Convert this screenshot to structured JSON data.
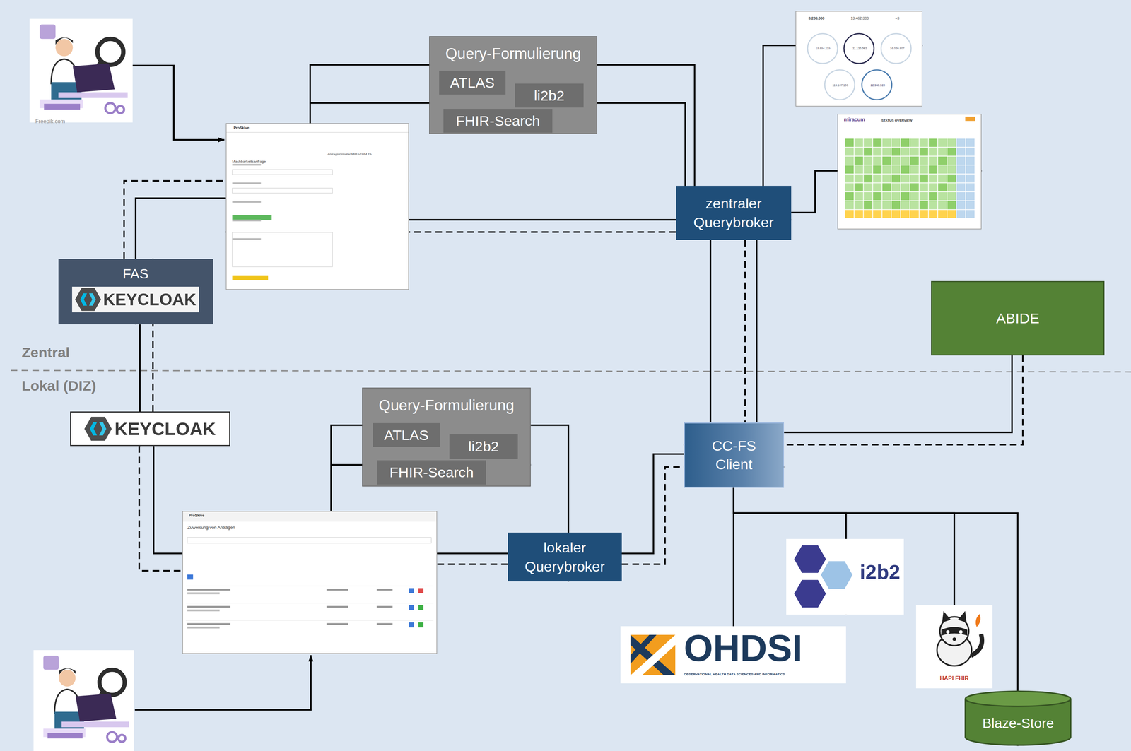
{
  "diagram": {
    "nodes": [
      {
        "text": [
          "Query-Formulierung"
        ]
      },
      {
        "text": [
          "ATLAS"
        ],
        "in": 0
      },
      {
        "text": [
          "li2b2"
        ],
        "in": 0
      },
      {
        "text": [
          "FHIR-Search"
        ],
        "in": 0
      },
      {
        "text": [
          "3.208.000",
          "13.462.300",
          "+3",
          "19.694.219",
          "11.120.082",
          "16.030.807",
          "119.107.106",
          "22.968.920"
        ]
      },
      {
        "text": [
          "ProSkive",
          "Antragsformular MIRACUM FA",
          "Machbarkeitsanfrage"
        ]
      },
      {
        "text": [
          "miracum",
          "STATUS OVERVIEW"
        ]
      },
      {
        "text": [
          "zentraler Querybroker"
        ]
      },
      {
        "text": [
          "FAS",
          "KEYCLOAK"
        ]
      },
      {
        "text": [
          "ABIDE"
        ]
      },
      {
        "text": [
          "Query-Formulierung"
        ]
      },
      {
        "text": [
          "ATLAS"
        ],
        "in": 10
      },
      {
        "text": [
          "li2b2"
        ],
        "in": 10
      },
      {
        "text": [
          "FHIR-Search"
        ],
        "in": 10
      },
      {
        "text": [
          "KEYCLOAK"
        ]
      },
      {
        "text": [
          "CC-FS Client"
        ]
      },
      {
        "text": [
          "ProSkive",
          "Zuweisung von Anträgen"
        ]
      },
      {
        "text": [
          "lokaler Querybroker"
        ]
      },
      {
        "text": [
          "i2b2"
        ]
      },
      {
        "text": [
          "OHDSI",
          "OBSERVATIONAL HEALTH DATA SCIENCES AND INFORMATICS"
        ]
      },
      {
        "text": [
          "HAPI FHIR"
        ]
      },
      {
        "text": [
          "Blaze-Store"
        ]
      }
    ],
    "edges": [
      {
        "from": 5,
        "to": 0,
        "arrow": "to"
      },
      {
        "from": 0,
        "to": 7,
        "arrow": "to"
      },
      {
        "from": 5,
        "to": 7,
        "arrow": "to"
      },
      {
        "from": 7,
        "to": 5,
        "arrow": "to"
      },
      {
        "from": 7,
        "to": 4,
        "arrow": "to"
      },
      {
        "from": 7,
        "to": 6,
        "arrow": "to"
      },
      {
        "from": 5,
        "to": 8,
        "arrow": "to"
      },
      {
        "from": 8,
        "to": 5,
        "arrow": "to"
      },
      {
        "from": 8,
        "to": 14,
        "arrow": "to"
      },
      {
        "from": 14,
        "to": 8,
        "arrow": "to"
      },
      {
        "from": 14,
        "to": 16,
        "arrow": "to"
      },
      {
        "from": 14,
        "to": 16,
        "arrow": "to"
      },
      {
        "from": 16,
        "to": 10,
        "arrow": "to"
      },
      {
        "from": 10,
        "to": 17,
        "arrow": "to"
      },
      {
        "from": 16,
        "to": 17,
        "arrow": "to"
      },
      {
        "from": 17,
        "to": 16,
        "arrow": "to"
      },
      {
        "from": 15,
        "to": 17,
        "arrow": "to"
      },
      {
        "from": 17,
        "to": 15,
        "arrow": "to"
      },
      {
        "from": 15,
        "to": 7,
        "arrow": "to"
      },
      {
        "from": 7,
        "to": 15,
        "arrow": "to"
      },
      {
        "from": 15,
        "to": 7,
        "arrow": "to"
      },
      {
        "from": 15,
        "to": 9,
        "arrow": "to"
      },
      {
        "from": 9,
        "to": 15,
        "arrow": "to"
      },
      {
        "from": 15,
        "to": 19,
        "arrow": "to"
      },
      {
        "from": 15,
        "to": 18,
        "arrow": "to"
      },
      {
        "from": 15,
        "to": 20,
        "arrow": "to"
      },
      {
        "from": 15,
        "to": 21,
        "arrow": "to"
      }
    ],
    "labels": [
      "Zentral",
      "Lokal (DIZ)",
      "Freepik.com"
    ]
  }
}
